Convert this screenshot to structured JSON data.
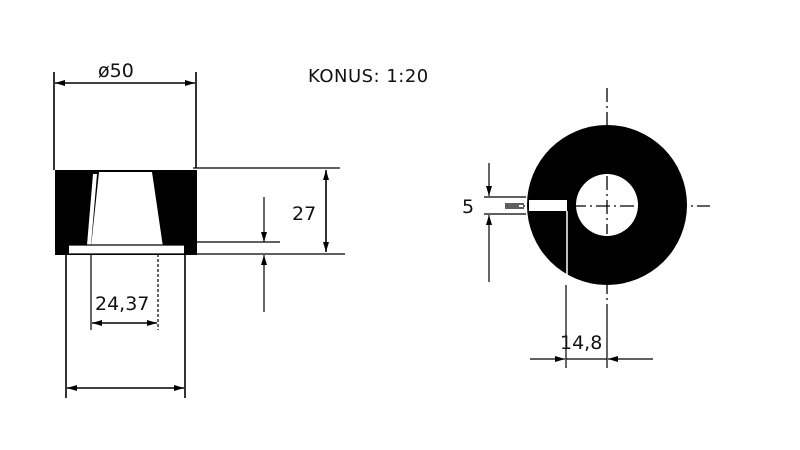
{
  "drawing": {
    "title": "KONUS: 1:20",
    "side_view": {
      "outer_diameter_label": "ø50",
      "height_label": "27",
      "inner_diameter_label": "24,37"
    },
    "front_view": {
      "slot_width_label": "5",
      "slot_length_label": "14,8"
    },
    "colors": {
      "ink": "#000000",
      "paper": "#ffffff"
    }
  }
}
